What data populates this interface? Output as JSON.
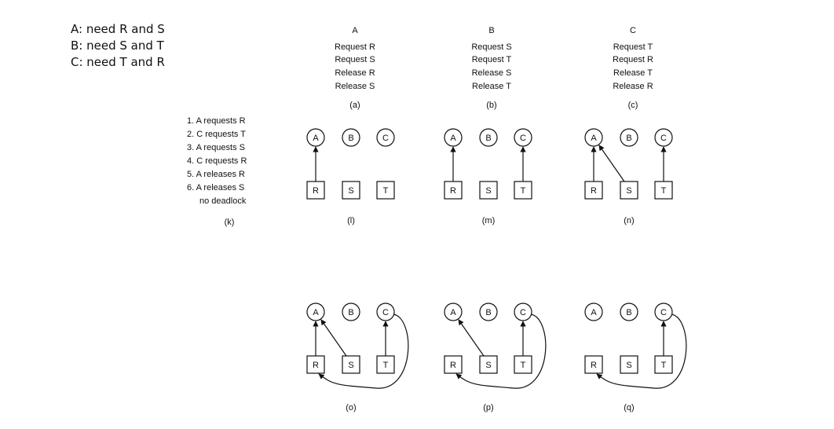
{
  "needs": [
    "A: need R and S",
    "B: need S and T",
    "C: need T and R"
  ],
  "processes": [
    {
      "name": "A",
      "steps": [
        "Request R",
        "Request S",
        "Release R",
        "Release S"
      ],
      "caption": "(a)"
    },
    {
      "name": "B",
      "steps": [
        "Request S",
        "Request T",
        "Release S",
        "Release T"
      ],
      "caption": "(b)"
    },
    {
      "name": "C",
      "steps": [
        "Request T",
        "Request R",
        "Release T",
        "Release R"
      ],
      "caption": "(c)"
    }
  ],
  "schedule": {
    "lines": [
      "1. A requests R",
      "2. C requests T",
      "3. A requests S",
      "4. C requests R",
      "5. A releases R",
      "6. A releases S",
      "no deadlock"
    ],
    "caption": "(k)"
  },
  "nodes": {
    "processes": [
      "A",
      "B",
      "C"
    ],
    "resources": [
      "R",
      "S",
      "T"
    ]
  },
  "graphs": [
    {
      "caption": "(l)",
      "edges": [
        [
          "R",
          "A"
        ]
      ]
    },
    {
      "caption": "(m)",
      "edges": [
        [
          "R",
          "A"
        ],
        [
          "T",
          "C"
        ]
      ]
    },
    {
      "caption": "(n)",
      "edges": [
        [
          "R",
          "A"
        ],
        [
          "S",
          "A"
        ],
        [
          "T",
          "C"
        ]
      ]
    },
    {
      "caption": "(o)",
      "edges": [
        [
          "R",
          "A"
        ],
        [
          "S",
          "A"
        ],
        [
          "T",
          "C"
        ],
        [
          "C",
          "R"
        ]
      ]
    },
    {
      "caption": "(p)",
      "edges": [
        [
          "S",
          "A"
        ],
        [
          "T",
          "C"
        ],
        [
          "C",
          "R"
        ]
      ]
    },
    {
      "caption": "(q)",
      "edges": [
        [
          "T",
          "C"
        ],
        [
          "C",
          "R"
        ]
      ]
    }
  ]
}
